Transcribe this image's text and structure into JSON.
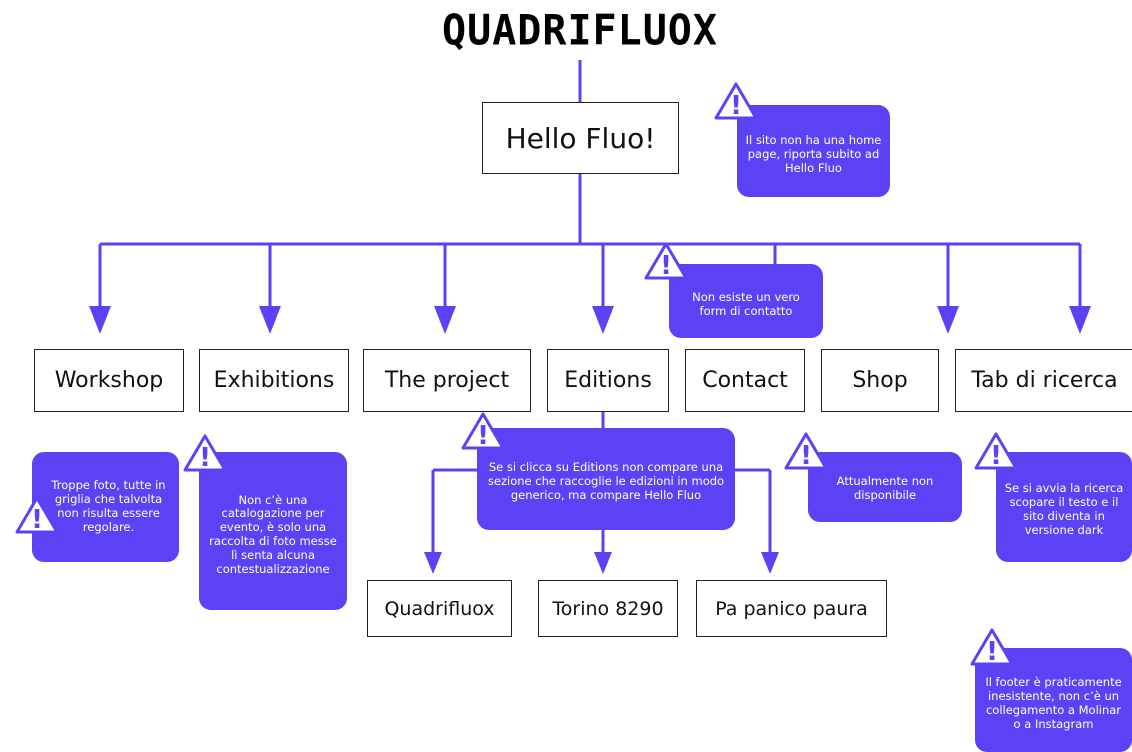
{
  "title": "QUADRIFLUOX",
  "root": "Hello Fluo!",
  "sections": [
    "Workshop",
    "Exhibitions",
    "The project",
    "Editions",
    "Contact",
    "Shop",
    "Tab di ricerca"
  ],
  "editions_children": [
    "Quadrifluox",
    "Torino 8290",
    "Pa panico paura"
  ],
  "notes": {
    "home": "Il sito non ha una home page, riporta subito ad Hello Fluo",
    "contact": "Non esiste un vero form di contatto",
    "workshop": "Troppe foto, tutte in griglia che talvolta non risulta essere regolare.",
    "exhibitions": "Non c’è una catalogazione per evento, è solo una raccolta di foto messe lì senta alcuna contestualizzazione",
    "editions": "Se si clicca su Editions non compare una sezione che raccoglie  le edizioni in modo generico, ma compare Hello Fluo",
    "shop": "Attualmente non disponibile",
    "search": "Se si avvia la ricerca scopare il testo e il sito diventa in versione dark",
    "footer": "Il footer è praticamente inesistente, non c’è un collegamento a Molinar o a Instagram"
  },
  "icons": {
    "warning": "warning-triangle-icon"
  },
  "colors": {
    "accent": "#5b43f5",
    "line": "#5b43f5",
    "node_border": "#222222"
  }
}
